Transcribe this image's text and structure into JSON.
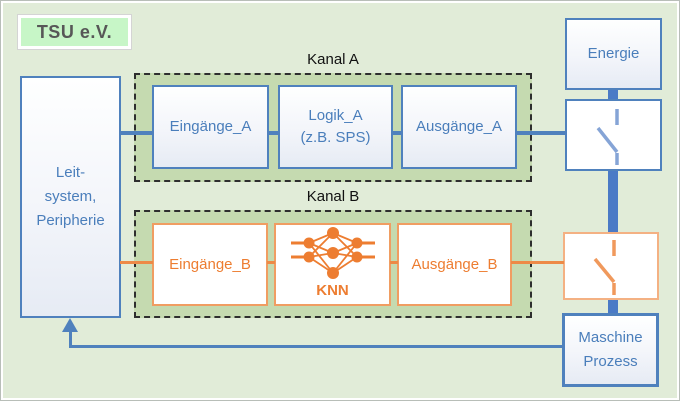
{
  "logo": {
    "text": "TSU e.V."
  },
  "left_panel": {
    "lines": [
      "Leit-",
      "system,",
      "Peripherie"
    ]
  },
  "channel_a": {
    "title": "Kanal A",
    "input_label": "Eingänge_A",
    "logic_lines": [
      "Logik_A",
      "(z.B. SPS)"
    ],
    "output_label": "Ausgänge_A"
  },
  "channel_b": {
    "title": "Kanal B",
    "input_label": "Eingänge_B",
    "knn_label": "KNN",
    "output_label": "Ausgänge_B"
  },
  "right_column": {
    "energie_label": "Energie",
    "maschine_lines": [
      "Maschine",
      "Prozess"
    ]
  },
  "icons": {
    "knn": "neural-network-icon",
    "switch_a": "open-switch-icon",
    "switch_b": "open-switch-icon"
  },
  "colors": {
    "accent_blue": "#4F81BD",
    "trunk_blue": "#4A7AC6",
    "accent_orange": "#ED7D31",
    "light_orange_border": "#F4B183",
    "background_green": "#E1ECD8",
    "channel_green": "#C5DAB0",
    "logo_green": "#C7F6C7",
    "logo_text_gray": "#575757",
    "dash_border": "#2E2E2E"
  }
}
